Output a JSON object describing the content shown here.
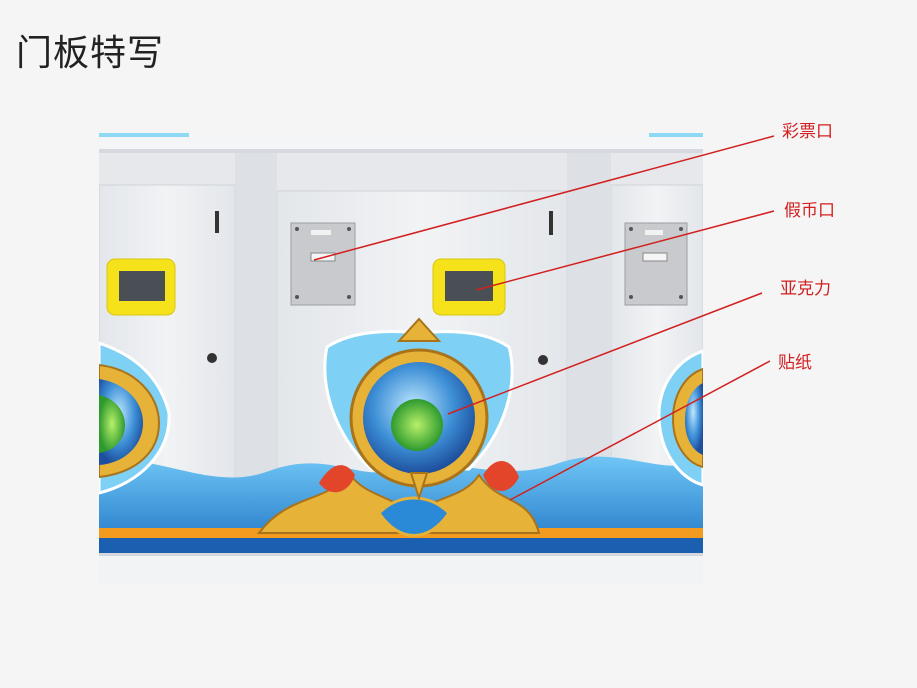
{
  "title": "门板特写",
  "callouts": [
    {
      "label": "彩票口"
    },
    {
      "label": "假币口"
    },
    {
      "label": "亚克力"
    },
    {
      "label": "贴纸"
    }
  ],
  "colors": {
    "callout": "#d21f1f",
    "cabinet": "#eceef0",
    "yellow_frame": "#f5e21a",
    "blue_sticker": "#2a8ad8",
    "gold": "#e6b237"
  }
}
